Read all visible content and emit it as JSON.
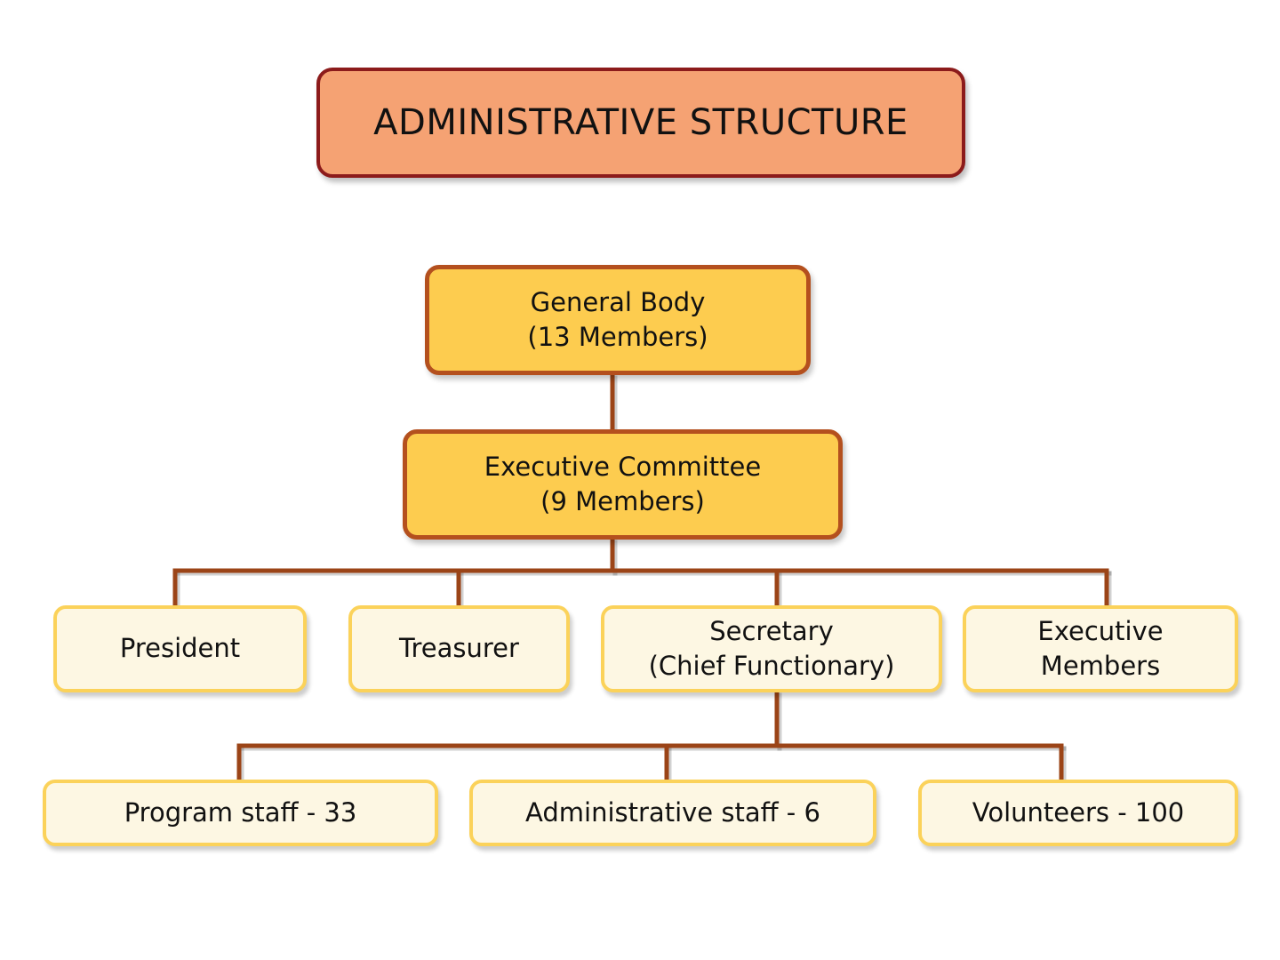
{
  "title": "ADMINISTRATIVE STRUCTURE",
  "general_body": {
    "line1": "General Body",
    "line2": "(13 Members)"
  },
  "executive_committee": {
    "line1": "Executive Committee",
    "line2": "(9 Members)"
  },
  "positions": {
    "president": "President",
    "treasurer": "Treasurer",
    "secretary_line1": "Secretary",
    "secretary_line2": "(Chief Functionary)",
    "executive_members_line1": "Executive",
    "executive_members_line2": "Members"
  },
  "staff": {
    "program": "Program staff - 33",
    "administrative": "Administrative staff - 6",
    "volunteers": "Volunteers - 100"
  },
  "colors": {
    "title_fill": "#f5a273",
    "title_border": "#8c1b1b",
    "gold_fill": "#fdcc4f",
    "gold_border": "#b4501e",
    "light_fill": "#fdf7e3",
    "light_border": "#fbd25a",
    "connector": "#9b4417"
  }
}
